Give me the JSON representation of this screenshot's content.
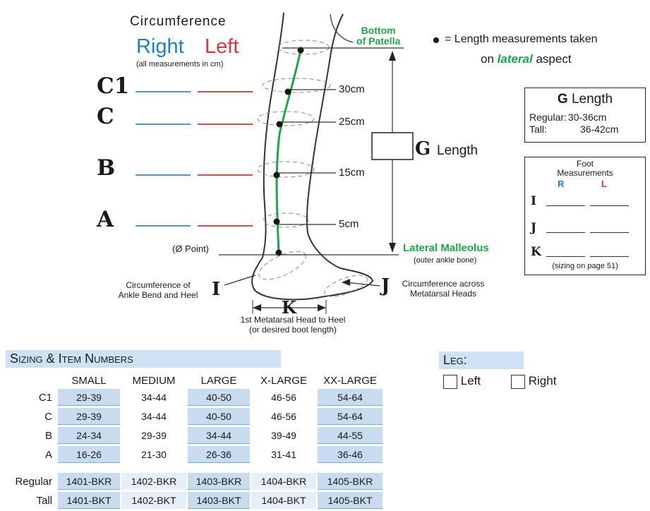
{
  "circumference": {
    "title": "Circumference",
    "right": "Right",
    "left": "Left",
    "units_note": "(all measurements in cm)",
    "rows": [
      "C1",
      "C",
      "B",
      "A"
    ]
  },
  "legend": {
    "dot_note": "= Length measurements taken",
    "aspect_pre": "on ",
    "aspect_word": "lateral",
    "aspect_post": " aspect"
  },
  "diagram": {
    "bottom_of": "Bottom",
    "patella": "of Patella",
    "m30": "30cm",
    "m25": "25cm",
    "m15": "15cm",
    "m5": "5cm",
    "g_letter": "G",
    "g_word": "Length",
    "zero_point": "(Ø Point)",
    "lateral_malleolus": "Lateral Malleolus",
    "outer_ankle": "(outer ankle bone)",
    "i_letter": "I",
    "i_desc1": "Circumference of",
    "i_desc2": "Ankle Bend and Heel",
    "j_letter": "J",
    "j_desc1": "Circumference across",
    "j_desc2": "Metatarsal Heads",
    "k_letter": "K",
    "k_desc1": "1st Metatarsal Head to Heel",
    "k_desc2": "(or desired boot length)"
  },
  "g_box": {
    "title_g": "G",
    "title_word": "Length",
    "regular_label": "Regular:",
    "regular_value": "30-36cm",
    "tall_label": "Tall:",
    "tall_value": "36-42cm"
  },
  "foot_box": {
    "title1": "Foot",
    "title2": "Measurements",
    "r": "R",
    "l": "L",
    "rows": [
      "I",
      "J",
      "K"
    ],
    "note": "(sizing on page 51)"
  },
  "sizing": {
    "heading": "Sizing & Item Numbers",
    "columns": [
      "SMALL",
      "MEDIUM",
      "LARGE",
      "X-LARGE",
      "XX-LARGE"
    ],
    "rows": [
      {
        "label": "C1",
        "values": [
          "29-39",
          "34-44",
          "40-50",
          "46-56",
          "54-64"
        ]
      },
      {
        "label": "C",
        "values": [
          "29-39",
          "34-44",
          "40-50",
          "46-56",
          "54-64"
        ]
      },
      {
        "label": "B",
        "values": [
          "24-34",
          "29-39",
          "34-44",
          "39-49",
          "44-55"
        ]
      },
      {
        "label": "A",
        "values": [
          "16-26",
          "21-30",
          "26-36",
          "31-41",
          "36-46"
        ]
      }
    ],
    "items": [
      {
        "label": "Regular",
        "values": [
          "1401-BKR",
          "1402-BKR",
          "1403-BKR",
          "1404-BKR",
          "1405-BKR"
        ]
      },
      {
        "label": "Tall",
        "values": [
          "1401-BKT",
          "1402-BKT",
          "1403-BKT",
          "1404-BKT",
          "1405-BKT"
        ]
      }
    ]
  },
  "leg": {
    "heading": "Leg:",
    "left": "Left",
    "right": "Right"
  },
  "colors": {
    "right_blue": "#1f7fc5",
    "left_red": "#d9363e",
    "green": "#1ea64a",
    "table_blue": "#c9dcef"
  }
}
